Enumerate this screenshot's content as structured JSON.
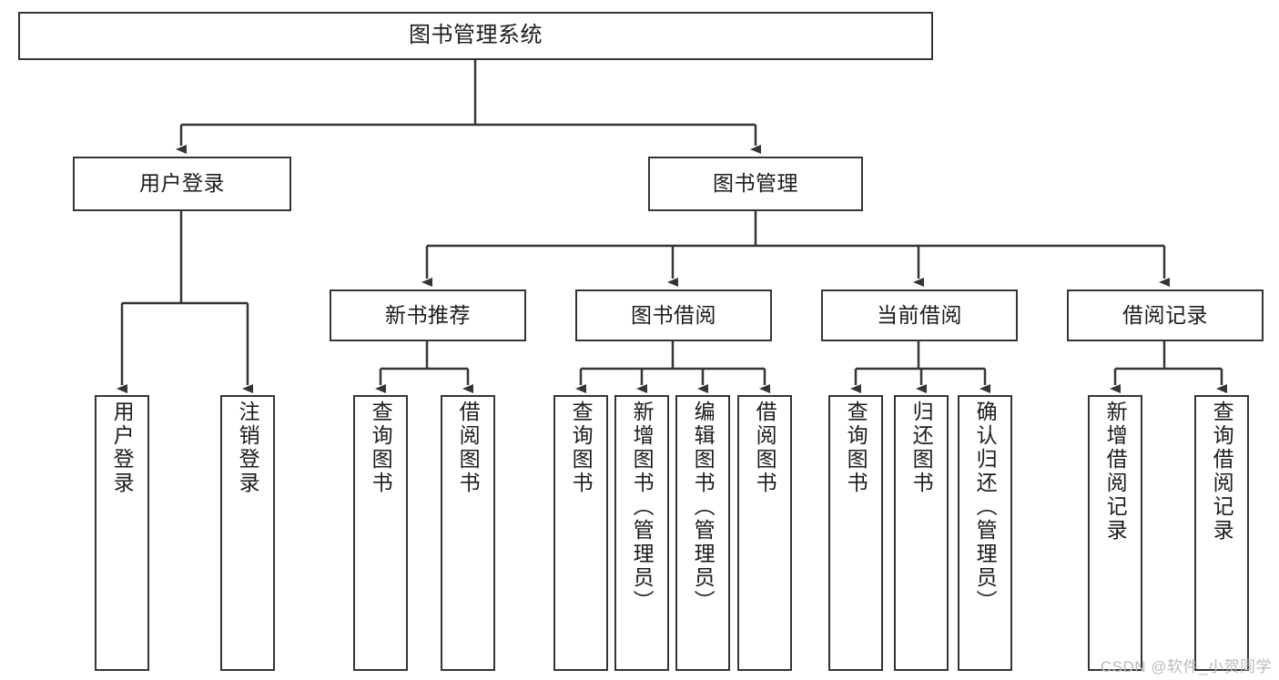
{
  "diagram": {
    "title": "图书管理系统",
    "type": "tree",
    "stroke_color": "#33353a",
    "text_color": "#1b1c1f",
    "background": "#ffffff",
    "root": {
      "label": "图书管理系统"
    },
    "level2": [
      {
        "label": "用户登录"
      },
      {
        "label": "图书管理"
      }
    ],
    "level3": [
      {
        "label": "新书推荐"
      },
      {
        "label": "图书借阅"
      },
      {
        "label": "当前借阅"
      },
      {
        "label": "借阅记录"
      }
    ],
    "leaves": {
      "user_login": [
        {
          "label": "用户登录"
        },
        {
          "label": "注销登录"
        }
      ],
      "new_book_recommend": [
        {
          "label": "查询图书"
        },
        {
          "label": "借阅图书"
        }
      ],
      "book_borrow": [
        {
          "label": "查询图书"
        },
        {
          "label": "新增图书（管理员）"
        },
        {
          "label": "编辑图书（管理员）"
        },
        {
          "label": "借阅图书"
        }
      ],
      "current_borrow": [
        {
          "label": "查询图书"
        },
        {
          "label": "归还图书"
        },
        {
          "label": "确认归还（管理员）"
        }
      ],
      "borrow_record": [
        {
          "label": "新增借阅记录"
        },
        {
          "label": "查询借阅记录"
        }
      ]
    }
  },
  "watermark": {
    "text": "CSDN @软件_小贺同学",
    "color": "#b9bbc0"
  }
}
